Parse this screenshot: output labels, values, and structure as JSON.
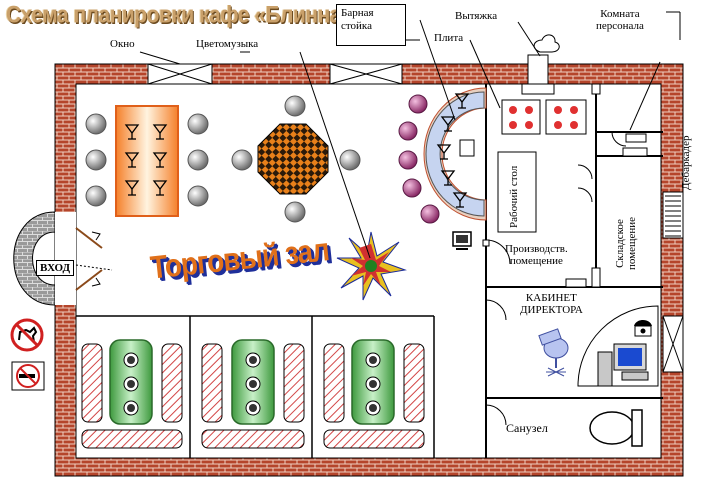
{
  "title": "Схема планировки кафе «Блинная»",
  "labels": {
    "window": "Окно",
    "colormusic": "Цветомузыка",
    "bar_line1": "Барная",
    "bar_line2": "стойка",
    "hood": "Вытяжка",
    "stove": "Плита",
    "staff_line1": "Комната",
    "staff_line2": "персонала",
    "debarkader": "Дебаркадер",
    "storage_line1": "Складское",
    "storage_line2": "помещение",
    "worktable": "Рабочий стол",
    "production_line1": "Производств.",
    "production_line2": "помещение",
    "entrance": "ВХОД",
    "sales_hall": "Торговый зал",
    "director_line1": "КАБИНЕТ",
    "director_line2": "ДИРЕКТОРА",
    "toilet": "Санузел"
  },
  "colors": {
    "brick": "#b5452b",
    "table_orange": "#f59a3c",
    "table_green": "#3e9a3e",
    "bench_red": "#d24646",
    "bar_blue": "#c6d4f0",
    "stool_purple": "#a0407a",
    "stove_red": "#e03030",
    "chair_gray": "#9a9a9a",
    "title_gold": "#c9a06a",
    "hall_orange": "#e0701a"
  },
  "icons": [
    "no-dogs-icon",
    "no-smoking-icon",
    "glass-icon",
    "phone-icon",
    "computer-icon",
    "office-chair-icon",
    "toilet-icon",
    "tv-icon",
    "star-light-icon"
  ]
}
